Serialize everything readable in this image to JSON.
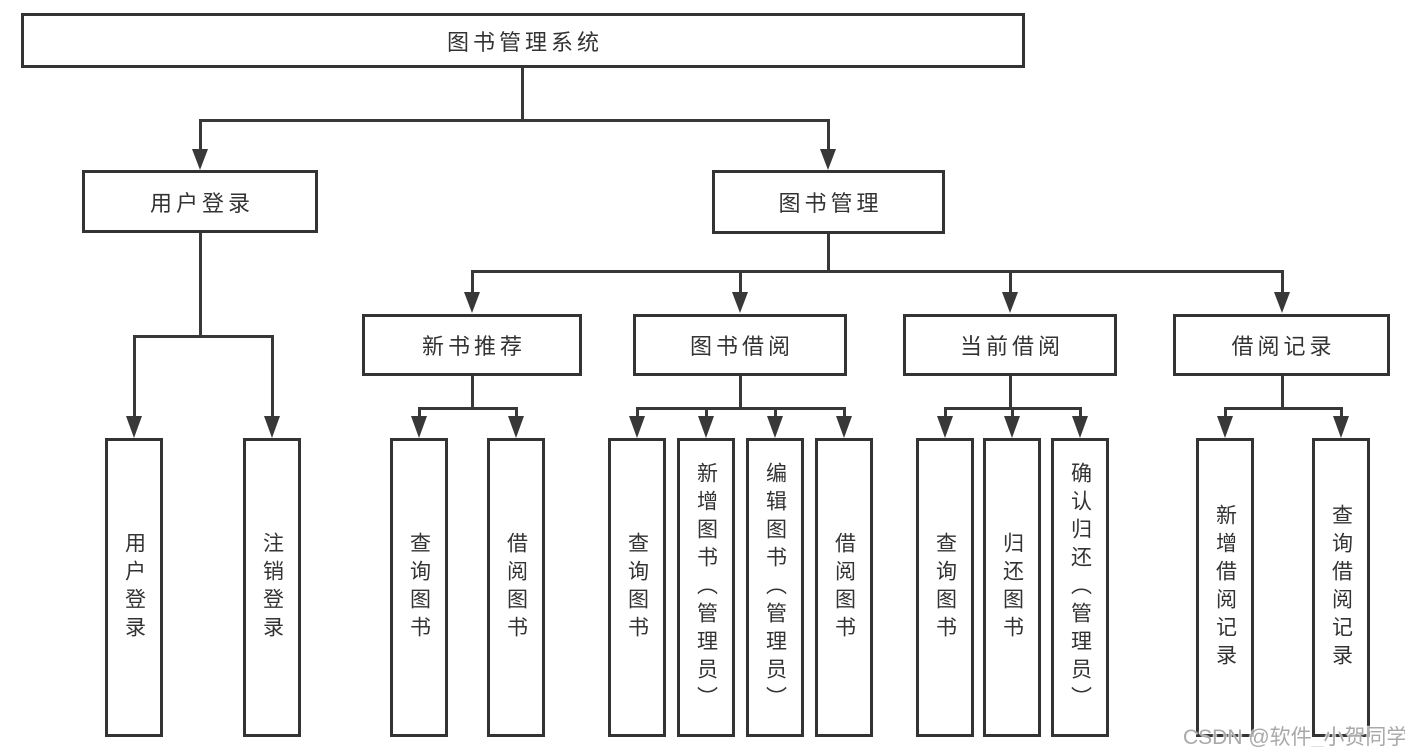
{
  "diagram": {
    "root": {
      "label": "图书管理系统"
    },
    "level2": [
      {
        "label": "用户登录"
      },
      {
        "label": "图书管理"
      }
    ],
    "level3": [
      {
        "label": "新书推荐"
      },
      {
        "label": "图书借阅"
      },
      {
        "label": "当前借阅"
      },
      {
        "label": "借阅记录"
      }
    ],
    "leaves": {
      "user_login": [
        {
          "label": "用户登录"
        },
        {
          "label": "注销登录"
        }
      ],
      "new_book_recommend": [
        {
          "label": "查询图书"
        },
        {
          "label": "借阅图书"
        }
      ],
      "book_borrow": [
        {
          "label": "查询图书"
        },
        {
          "label": "新增图书（管理员）"
        },
        {
          "label": "编辑图书（管理员）"
        },
        {
          "label": "借阅图书"
        }
      ],
      "current_borrow": [
        {
          "label": "查询图书"
        },
        {
          "label": "归还图书"
        },
        {
          "label": "确认归还（管理员）"
        }
      ],
      "borrow_record": [
        {
          "label": "新增借阅记录"
        },
        {
          "label": "查询借阅记录"
        }
      ]
    },
    "watermark": "CSDN @软件_小贺同学",
    "colors": {
      "line": "#383838",
      "border": "#333333",
      "text": "#333333",
      "watermark": "#a9a9a9",
      "background": "#ffffff"
    }
  }
}
